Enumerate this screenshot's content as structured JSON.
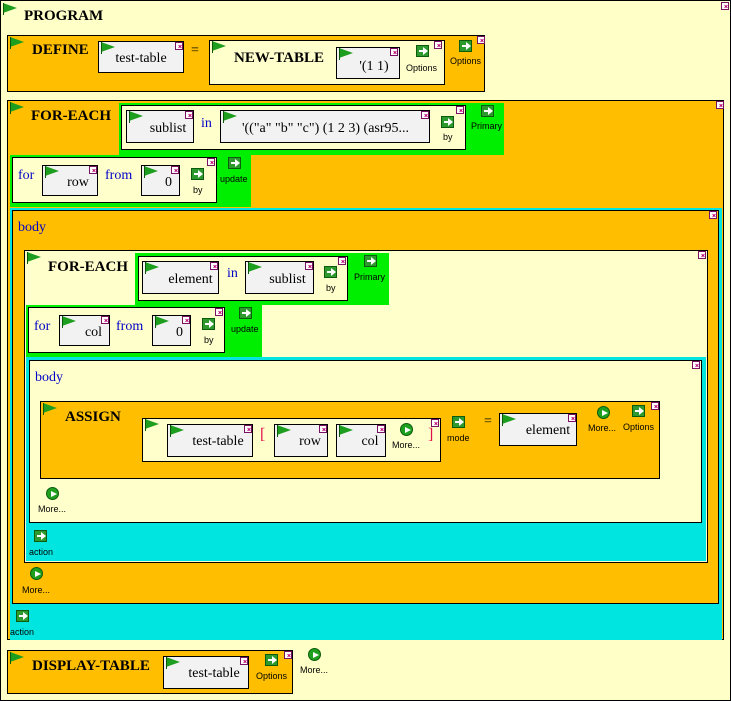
{
  "program": {
    "title": "PROGRAM"
  },
  "define": {
    "keyword": "DEFINE",
    "name": "test-table",
    "equals": "=",
    "new_table": {
      "keyword": "NEW-TABLE",
      "dims": "'(1 1)",
      "options": "Options"
    },
    "options": "Options"
  },
  "outer_foreach": {
    "keyword": "FOR-EACH",
    "var": "sublist",
    "in": "in",
    "list": "'((\"a\" \"b\" \"c\") (1 2 3) (asr95...",
    "by": "by",
    "primary": "Primary",
    "for": {
      "for_label": "for",
      "var": "row",
      "from_label": "from",
      "start": "0",
      "by": "by",
      "update": "update"
    },
    "body_label": "body",
    "action": "action",
    "more": "More..."
  },
  "inner_foreach": {
    "keyword": "FOR-EACH",
    "var": "element",
    "in": "in",
    "list": "sublist",
    "by": "by",
    "primary": "Primary",
    "for": {
      "for_label": "for",
      "var": "col",
      "from_label": "from",
      "start": "0",
      "by": "by",
      "update": "update"
    },
    "body_label": "body",
    "action": "action",
    "more": "More..."
  },
  "assign": {
    "keyword": "ASSIGN",
    "table": "test-table",
    "open_bracket": "[",
    "index1": "row",
    "index2": "col",
    "more": "More...",
    "close_bracket": "]",
    "mode": "mode",
    "equals": "=",
    "value": "element",
    "value_more": "More...",
    "options": "Options"
  },
  "display": {
    "keyword": "DISPLAY-TABLE",
    "table": "test-table",
    "options": "Options",
    "more": "More..."
  }
}
